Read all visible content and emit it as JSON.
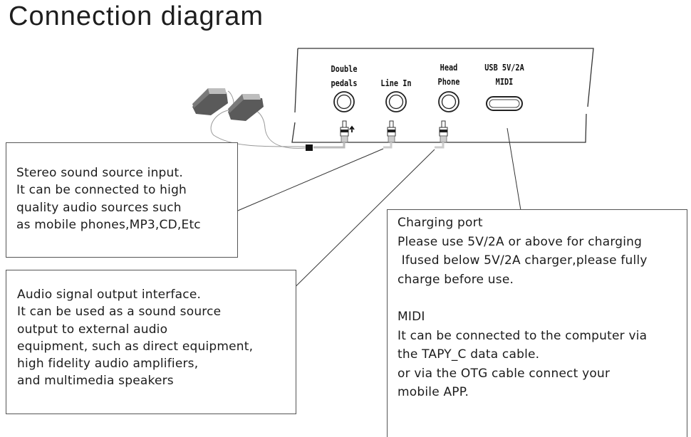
{
  "title": "Connection diagram",
  "panel": {
    "ports": [
      {
        "id": "double-pedals",
        "label_lines": [
          "Double",
          "pedals"
        ],
        "type": "jack"
      },
      {
        "id": "line-in",
        "label_lines": [
          "Line In"
        ],
        "type": "jack"
      },
      {
        "id": "head-phone",
        "label_lines": [
          "Head",
          "Phone"
        ],
        "type": "jack"
      },
      {
        "id": "usb-midi",
        "label_lines": [
          "USB 5V/2A",
          "MIDI"
        ],
        "type": "usb-c"
      }
    ]
  },
  "callouts": {
    "line_in": {
      "lines": [
        "Stereo sound source input.",
        "It can be connected to high",
        "quality audio sources such",
        "as mobile phones,MP3,CD,Etc"
      ]
    },
    "head_phone": {
      "lines": [
        "Audio signal output interface.",
        "It can be used as a sound source",
        "output to external audio",
        "equipment, such as direct equipment,",
        "high fidelity audio amplifiers,",
        "and multimedia speakers"
      ]
    },
    "usb": {
      "charging": {
        "heading": "Charging port",
        "lines": [
          "Please use 5V/2A or above for charging",
          " Ifused below 5V/2A charger,please fully",
          "charge before use."
        ]
      },
      "midi": {
        "heading": "MIDI",
        "lines": [
          "It can be connected to the computer via",
          "the TAPY_C data cable.",
          "or via the OTG cable connect your",
          "mobile APP."
        ]
      }
    }
  },
  "colors": {
    "line": "#333333",
    "pedal_dark": "#5a5a5a",
    "pedal_light": "#bdbdbd",
    "box_border": "#555555"
  }
}
